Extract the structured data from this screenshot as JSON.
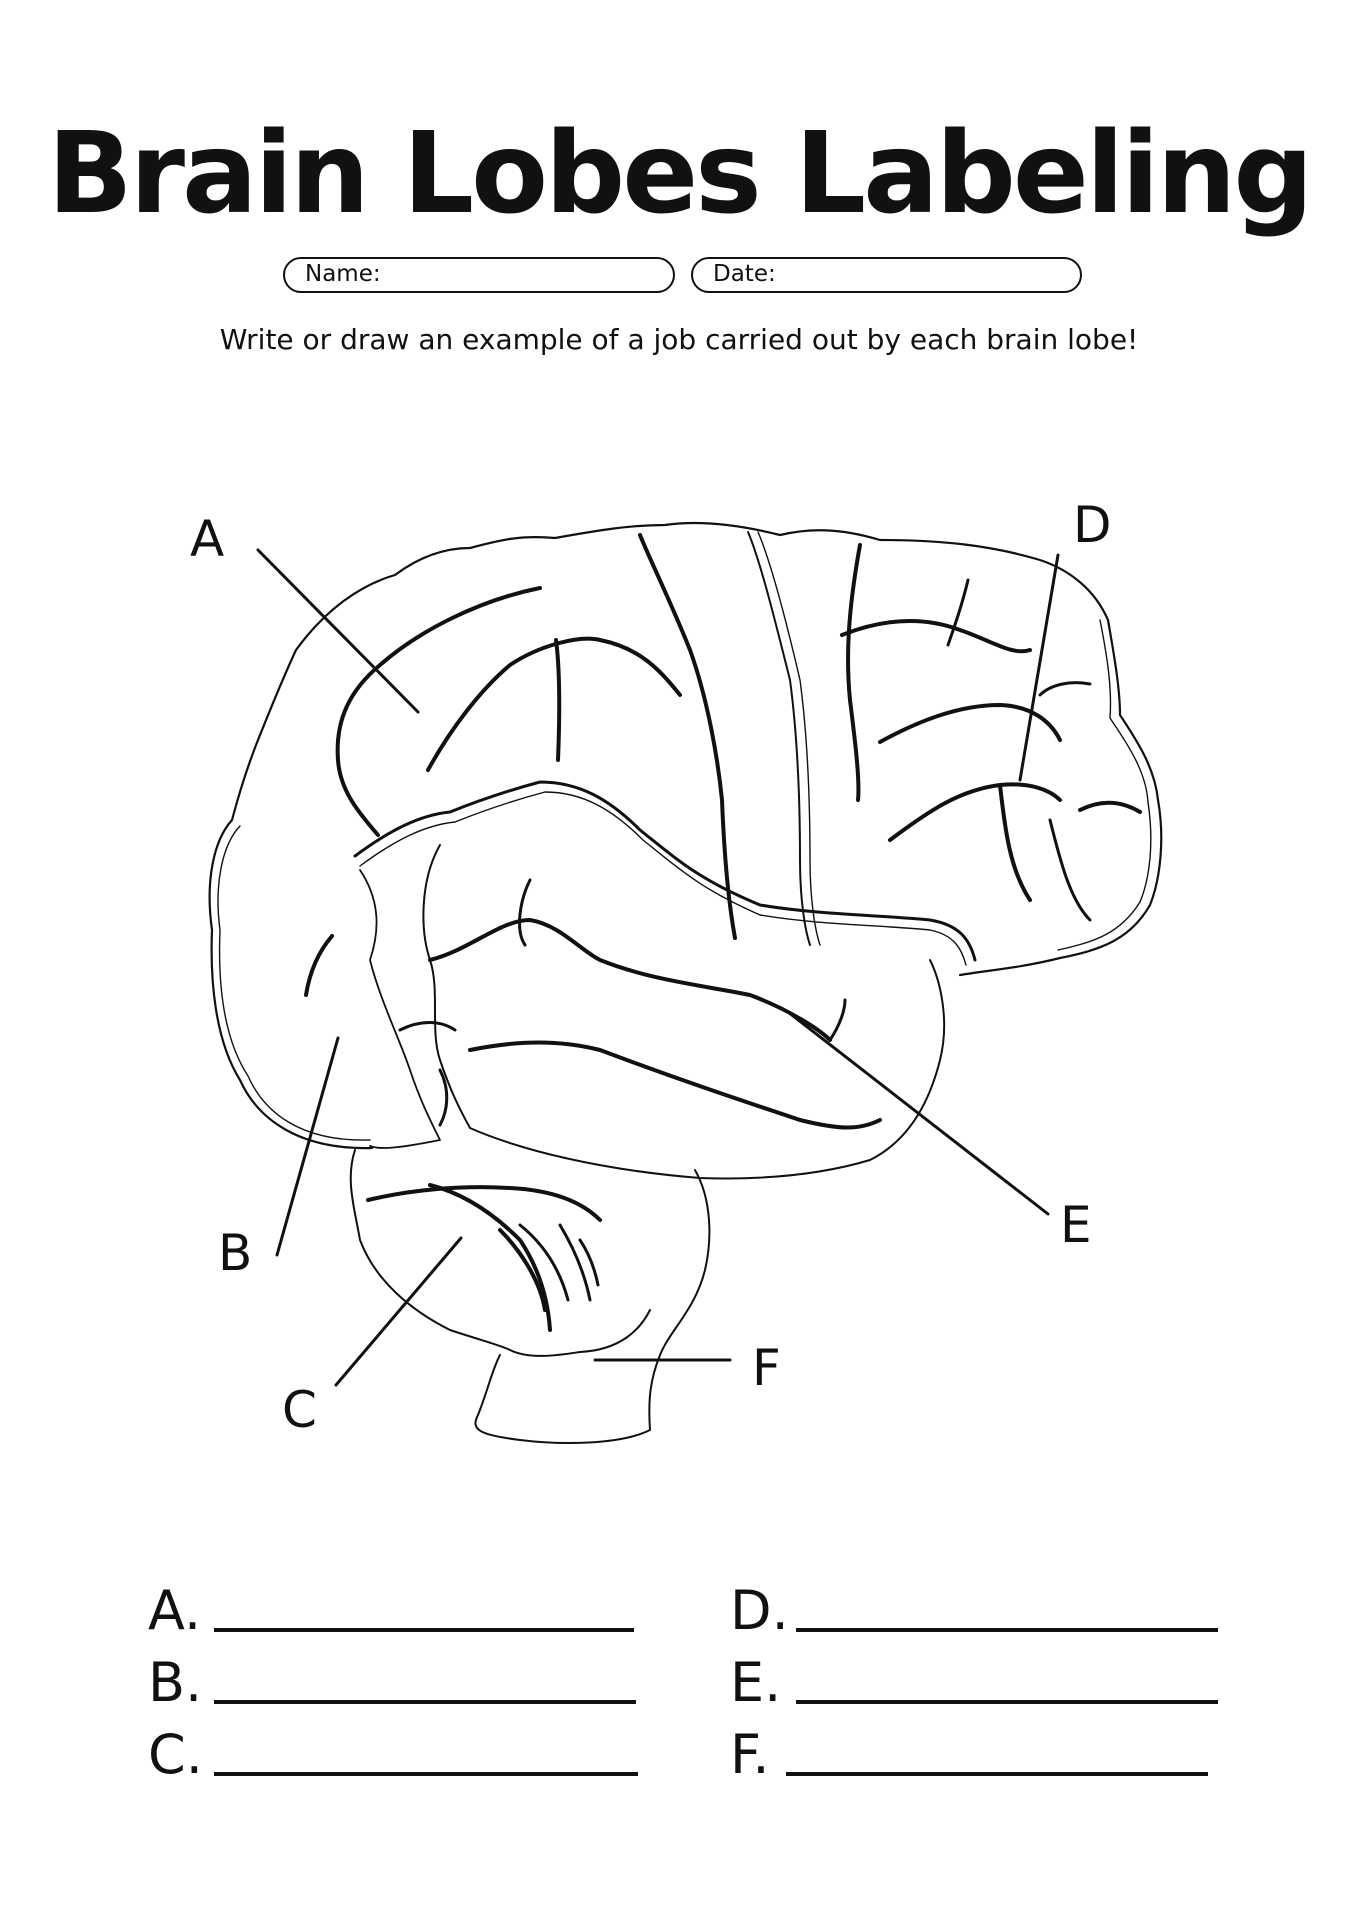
{
  "worksheet": {
    "title": "Brain Lobes Labeling",
    "name_label": "Name:",
    "date_label": "Date:",
    "instruction": "Write or draw an example of a job carried out by each brain lobe!"
  },
  "diagram": {
    "labels": [
      "A",
      "B",
      "C",
      "D",
      "E",
      "F"
    ]
  },
  "answers": [
    {
      "letter": "A."
    },
    {
      "letter": "B."
    },
    {
      "letter": "C."
    },
    {
      "letter": "D."
    },
    {
      "letter": "E."
    },
    {
      "letter": "F."
    }
  ]
}
